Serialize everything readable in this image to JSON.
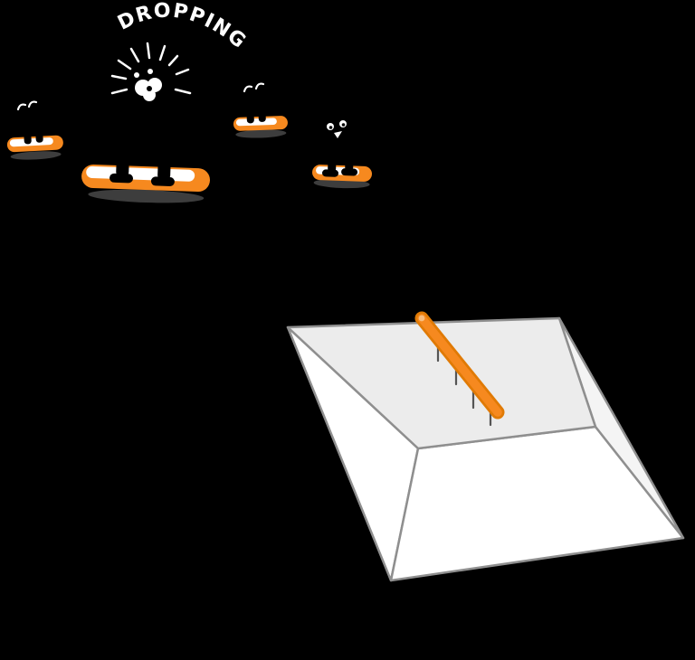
{
  "speech": {
    "text": "DROPPING!"
  },
  "illustration": {
    "scene": "cartoon-birds-on-skateboards-dropping-toward-funbox-with-grind-rail",
    "bird_count": 4,
    "skateboard_count": 4,
    "funbox": "white-gray fun box with orange grind rail on top"
  },
  "colors": {
    "background": "#000000",
    "orange": "#f6891f",
    "orange_dark": "#e07a05",
    "rail_cap": "#f9bd7d",
    "white": "#ffffff",
    "board_shadow": "#6f6f6f",
    "box_top": "#ececec",
    "box_face": "#ffffff",
    "box_side": "#f4f4f4",
    "box_outline": "#8f8f8f",
    "post": "#555555"
  }
}
